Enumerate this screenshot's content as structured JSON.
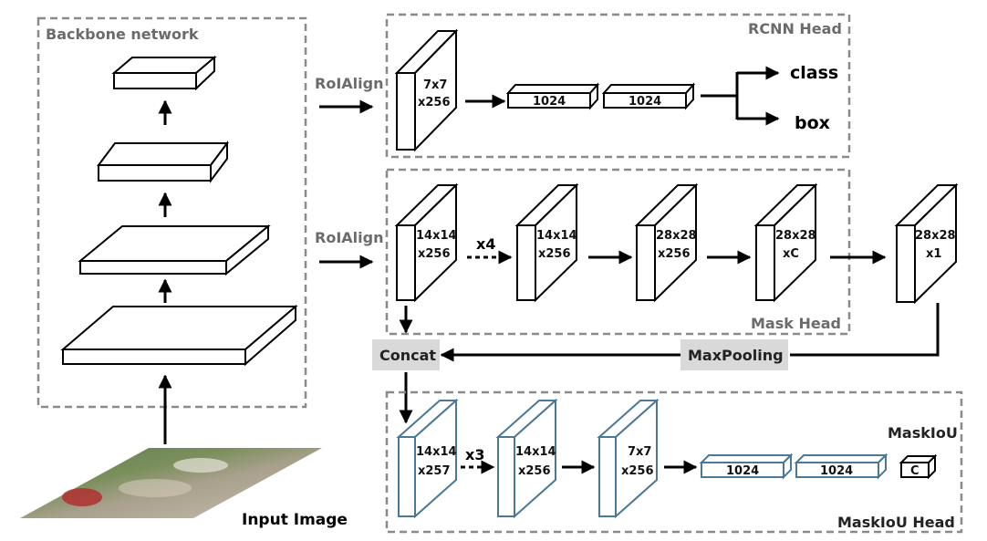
{
  "backbone": {
    "label": "Backbone network"
  },
  "input": {
    "label": "Input Image"
  },
  "roialign_top": "RoIAlign",
  "roialign_mid": "RoIAlign",
  "rcnn_head": {
    "label": "RCNN Head",
    "roi_l1": "7x7",
    "roi_l2": "x256",
    "fc1": "1024",
    "fc2": "1024",
    "out_class": "class",
    "out_box": "box"
  },
  "mask_head": {
    "label": "Mask Head",
    "t1_l1": "14x14",
    "t1_l2": "x256",
    "repeat": "x4",
    "t2_l1": "14x14",
    "t2_l2": "x256",
    "t3_l1": "28x28",
    "t3_l2": "x256",
    "t4_l1": "28x28",
    "t4_l2": "xC",
    "t5_l1": "28x28",
    "t5_l2": "x1"
  },
  "concat": "Concat",
  "maxpooling": "MaxPooling",
  "maskiou_head": {
    "title": "MaskIoU",
    "label": "MaskIoU Head",
    "t1_l1": "14x14",
    "t1_l2": "x257",
    "repeat": "x3",
    "t2_l1": "14x14",
    "t2_l2": "x256",
    "t3_l1": "7x7",
    "t3_l2": "x256",
    "fc1": "1024",
    "fc2": "1024",
    "fc3": "C"
  },
  "colors": {
    "dashed_border": "#8a8a8a",
    "label_bg": "#d9d9d9",
    "maskiou_tensor_stroke": "#4a7896"
  }
}
